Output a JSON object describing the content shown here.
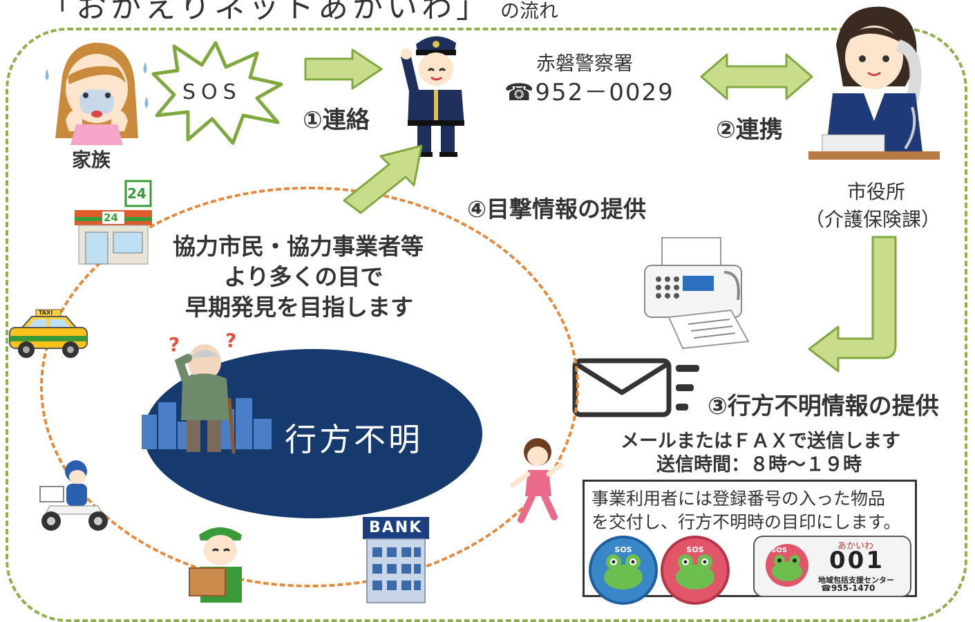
{
  "title": {
    "main": "「おかえりネットあかいわ」",
    "suffix": "の流れ"
  },
  "nodes": {
    "family": "家族",
    "sos": "SOS",
    "police_name": "赤磐警察署",
    "police_tel": "☎952－0029",
    "city_office": "市役所",
    "city_section": "（介護保険課）"
  },
  "steps": {
    "step1": "①連絡",
    "step2": "②連携",
    "step3": "③行方不明情報の提供",
    "step4": "④目撃情報の提供"
  },
  "community": {
    "line1": "協力市民・協力事業者等",
    "line2": "より多くの目で",
    "line3": "早期発見を目指します",
    "store_sign": "24",
    "taxi_sign": "TAXI",
    "bank_sign": "BANK"
  },
  "missing_label": "行方不明",
  "mail_note": {
    "line1": "メールまたはＦＡＸで送信します",
    "line2": "送信時間：８時～１９時"
  },
  "registration_note": {
    "text_line1": "事業利用者には登録番号の入った物品",
    "text_line2": "を交付し、行方不明時の目印にします。",
    "badge_sos": "SOS",
    "tag_top": "あかいわ",
    "tag_number": "001",
    "tag_org": "地域包括支援センター",
    "tag_tel": "☎955-1470"
  },
  "colors": {
    "green_arrow": "#c8dc8c",
    "green_stroke": "#7fa83e",
    "orange_dash": "#e58a3c",
    "navy": "#163a6e",
    "blue_badge": "#3a87c8",
    "pink_badge": "#e2566a"
  }
}
